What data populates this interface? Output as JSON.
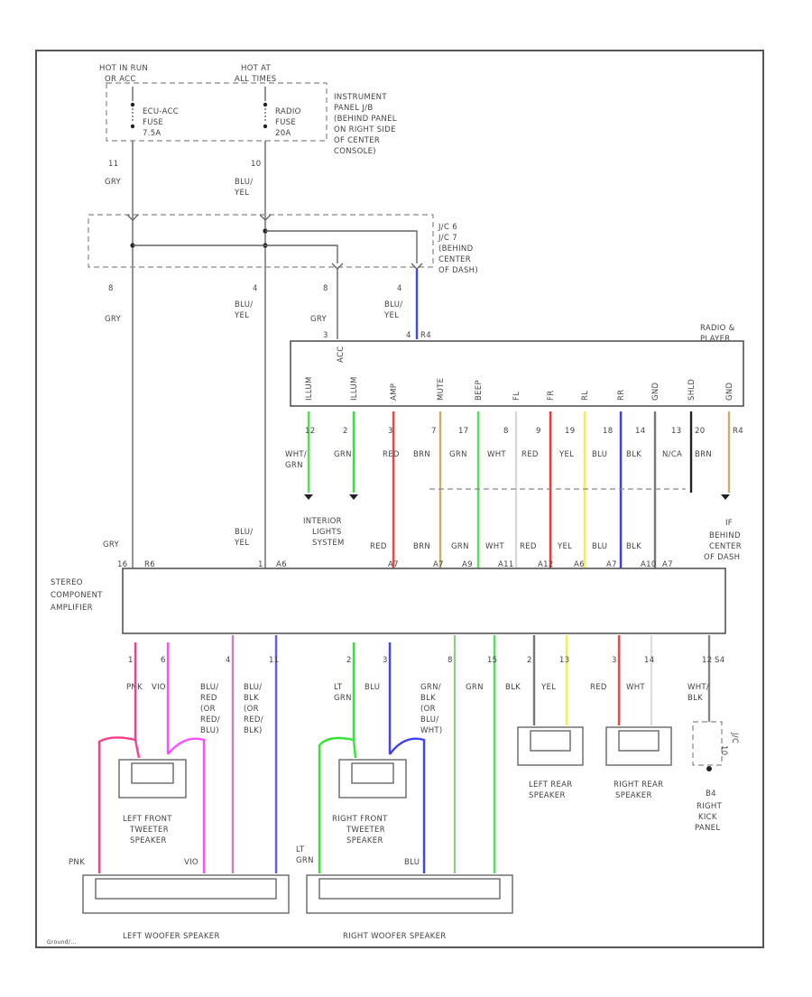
{
  "power": {
    "hot_run": [
      "HOT IN RUN",
      "OR ACC"
    ],
    "hot_all": [
      "HOT AT",
      "ALL TIMES"
    ],
    "fuse1": [
      "ECU-ACC",
      "FUSE",
      "7.5A"
    ],
    "fuse2": [
      "RADIO",
      "FUSE",
      "20A"
    ],
    "fuse_location": [
      "INSTRUMENT",
      "PANEL J/B",
      "(BEHIND PANEL",
      "ON RIGHT SIDE",
      "OF CENTER",
      "CONSOLE)"
    ],
    "pin_a": "11",
    "pin_b": "10",
    "pin_c": "8",
    "pin_d": "4",
    "pin_e": "8",
    "pin_f": "4",
    "wire_gry": "GRY",
    "wire_blu_yel": [
      "BLU/",
      "YEL"
    ]
  },
  "jc": {
    "label": [
      "J/C 6",
      "J/C 7",
      "(BEHIND",
      "CENTER",
      "OF DASH)"
    ]
  },
  "radio": {
    "label": [
      "RADIO &",
      "PLAYER"
    ],
    "pins_top": [
      "3",
      "4",
      "R4"
    ],
    "acc_label": "ACC",
    "pin_names": [
      "ILLUM",
      "ILLUM",
      "AMP",
      "MUTE",
      "BEEP",
      "FL",
      "FR",
      "RL",
      "RR",
      "GND",
      "SHLD",
      "GND"
    ],
    "pin_nums": [
      "12",
      "2",
      "3",
      "7",
      "17",
      "8",
      "9",
      "19",
      "18",
      "14",
      "13",
      "20",
      "R4"
    ],
    "wire_colors": [
      "WHT/ GRN",
      "GRN",
      "RED",
      "BRN",
      "GRN",
      "WHT",
      "RED",
      "YEL",
      "BLU",
      "BLK",
      "N/CA",
      "BRN"
    ]
  },
  "interior": [
    "INTERIOR",
    "LIGHTS",
    "SYSTEM"
  ],
  "ground_loc": [
    "IF",
    "BEHIND",
    "CENTER",
    "OF DASH"
  ],
  "amp": {
    "label": [
      "STEREO",
      "COMPONENT",
      "AMPLIFIER"
    ],
    "input_colors": [
      "GRY",
      "BLU/ YEL",
      "RED",
      "BRN",
      "GRN",
      "WHT",
      "RED",
      "YEL",
      "BLU",
      "BLK"
    ],
    "input_pins": [
      "16",
      "R6",
      "1",
      "A6",
      "A7",
      "A7",
      "A9",
      "A11",
      "A12",
      "A6",
      "A7",
      "A10",
      "A7"
    ],
    "out_pins": [
      "1",
      "6",
      "4",
      "11",
      "2",
      "3",
      "8",
      "15",
      "2",
      "13",
      "3",
      "14",
      "12",
      "S4"
    ],
    "out_colors": [
      "PNK",
      "VIO",
      "BLU/ RED (OR RED/ BLU)",
      "BLU/ BLK (OR RED/ BLK)",
      "LT GRN",
      "BLU",
      "GRN/ BLK (OR BLU/ WHT)",
      "GRN",
      "BLK",
      "YEL",
      "RED",
      "WHT",
      "WHT/ BLK"
    ]
  },
  "speakers": {
    "left_tweeter": [
      "LEFT FRONT",
      "TWEETER",
      "SPEAKER"
    ],
    "right_tweeter": [
      "RIGHT FRONT",
      "TWEETER",
      "SPEAKER"
    ],
    "left_rear": [
      "LEFT REAR",
      "SPEAKER"
    ],
    "right_rear": [
      "RIGHT REAR",
      "SPEAKER"
    ],
    "left_woofer": "LEFT WOOFER SPEAKER",
    "right_woofer": "RIGHT WOOFER SPEAKER",
    "pnk": "PNK",
    "vio": "VIO",
    "lt_grn": [
      "LT",
      "GRN"
    ],
    "blu": "BLU"
  },
  "jc10": [
    "J/C",
    "10"
  ],
  "kick": [
    "B4",
    "RIGHT",
    "KICK",
    "PANEL"
  ],
  "footer": "Ground/..."
}
